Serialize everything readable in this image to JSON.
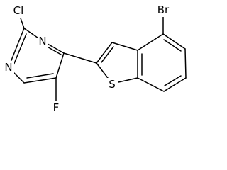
{
  "molecule": {
    "atom_labels": {
      "bromine": "Br",
      "chlorine": "Cl",
      "nitrogen_top": "N",
      "nitrogen_left": "N",
      "sulfur": "S",
      "fluorine": "F"
    }
  }
}
